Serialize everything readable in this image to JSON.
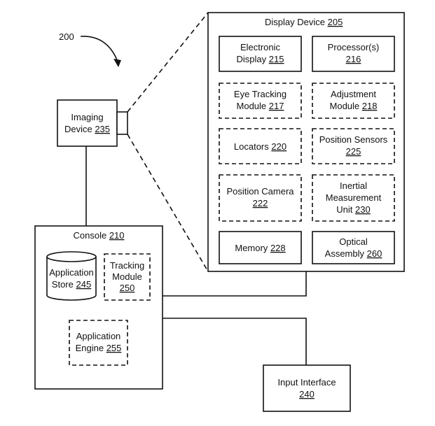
{
  "figure_label": "200",
  "display_device": {
    "title": "Display Device",
    "ref": "205"
  },
  "electronic_display": {
    "line1": "Electronic",
    "line2": "Display",
    "ref": "215"
  },
  "processors": {
    "line1": "Processor(s)",
    "ref": "216"
  },
  "eye_tracking": {
    "line1": "Eye Tracking",
    "line2": "Module",
    "ref": "217"
  },
  "adjustment": {
    "line1": "Adjustment",
    "line2": "Module",
    "ref": "218"
  },
  "locators": {
    "label": "Locators",
    "ref": "220"
  },
  "position_sensors": {
    "line1": "Position Sensors",
    "ref": "225"
  },
  "position_camera": {
    "line1": "Position Camera",
    "ref": "222"
  },
  "inertial": {
    "line1": "Inertial",
    "line2": "Measurement",
    "line3": "Unit",
    "ref": "230"
  },
  "memory": {
    "label": "Memory",
    "ref": "228"
  },
  "optical": {
    "line1": "Optical",
    "line2": "Assembly",
    "ref": "260"
  },
  "imaging_device": {
    "line1": "Imaging",
    "line2": "Device",
    "ref": "235"
  },
  "console": {
    "title": "Console",
    "ref": "210"
  },
  "app_store": {
    "line1": "Application",
    "line2": "Store",
    "ref": "245"
  },
  "tracking_module": {
    "line1": "Tracking",
    "line2": "Module",
    "ref": "250"
  },
  "app_engine": {
    "line1": "Application",
    "line2": "Engine",
    "ref": "255"
  },
  "input_interface": {
    "line1": "Input Interface",
    "ref": "240"
  }
}
